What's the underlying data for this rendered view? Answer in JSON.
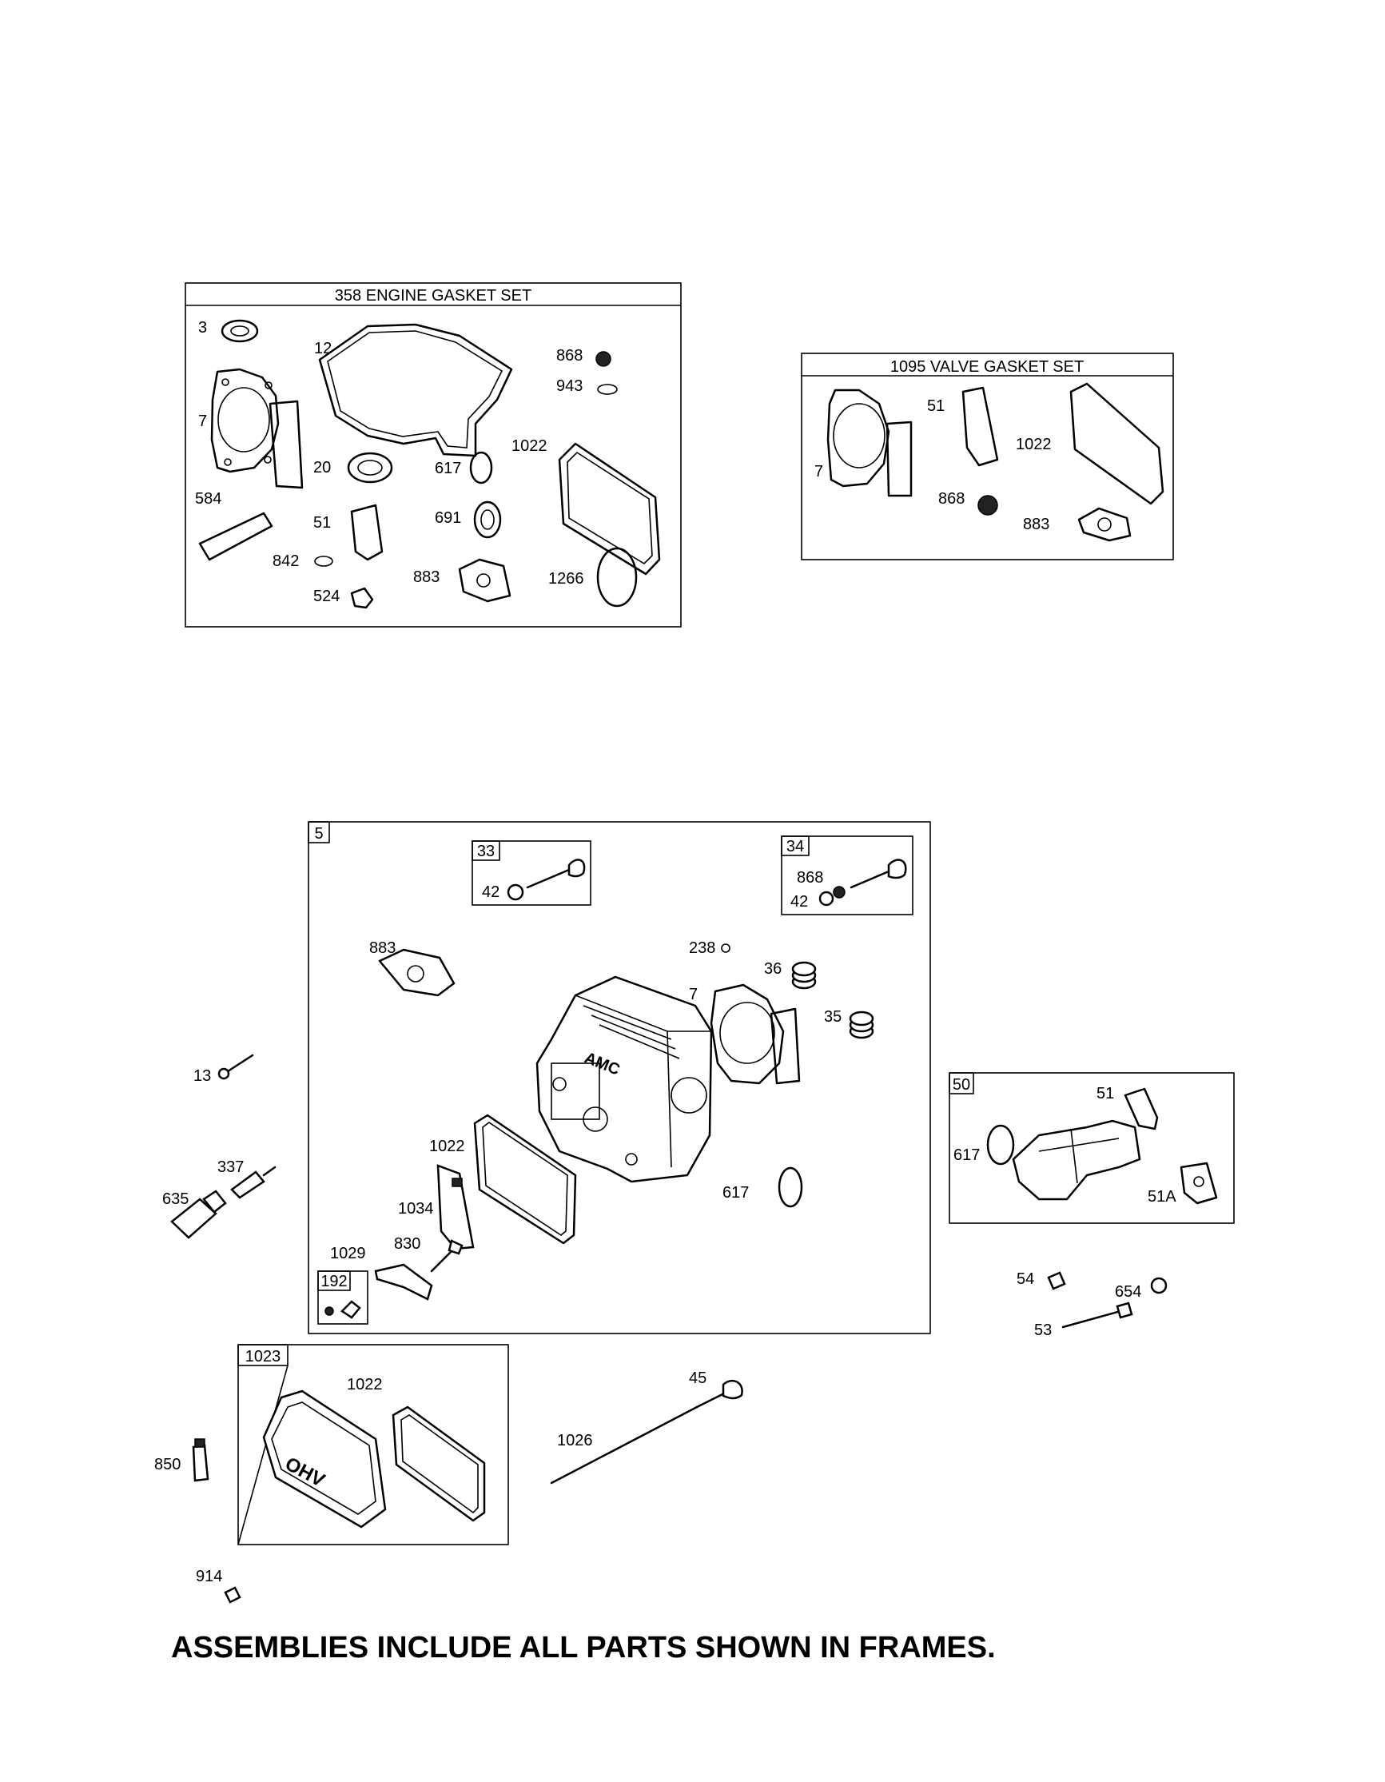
{
  "engine_gasket_set": {
    "title": "358 ENGINE GASKET SET",
    "labels": {
      "l3": "3",
      "l12": "12",
      "l868": "868",
      "l943": "943",
      "l7": "7",
      "l1022": "1022",
      "l20": "20",
      "l617": "617",
      "l584": "584",
      "l51": "51",
      "l691": "691",
      "l842": "842",
      "l883": "883",
      "l1266": "1266",
      "l524": "524"
    }
  },
  "valve_gasket_set": {
    "title": "1095 VALVE GASKET SET",
    "labels": {
      "l51": "51",
      "l1022": "1022",
      "l7": "7",
      "l868": "868",
      "l883": "883"
    }
  },
  "cylinder_head": {
    "frame_label": "5",
    "valve33": {
      "frame_label": "33",
      "l42": "42"
    },
    "valve34": {
      "frame_label": "34",
      "l868": "868",
      "l42": "42"
    },
    "labels": {
      "l883": "883",
      "l238": "238",
      "l36": "36",
      "l7": "7",
      "l35": "35",
      "l1022": "1022",
      "l1034": "1034",
      "l830": "830",
      "l1029": "1029",
      "l617": "617"
    },
    "kit192": {
      "frame_label": "192"
    },
    "casting_text": "AMC"
  },
  "outside_labels": {
    "l13": "13",
    "l337": "337",
    "l635": "635",
    "l54": "54",
    "l654": "654",
    "l53": "53"
  },
  "intake": {
    "frame_label": "50",
    "l51": "51",
    "l617": "617",
    "l51a": "51A"
  },
  "valve_cover": {
    "frame_label": "1023",
    "l1022": "1022",
    "cover_text": "OHV"
  },
  "pushrod": {
    "l45": "45",
    "l1026": "1026"
  },
  "loose": {
    "l850": "850",
    "l914": "914"
  },
  "footer": "ASSEMBLIES INCLUDE ALL PARTS SHOWN IN FRAMES."
}
